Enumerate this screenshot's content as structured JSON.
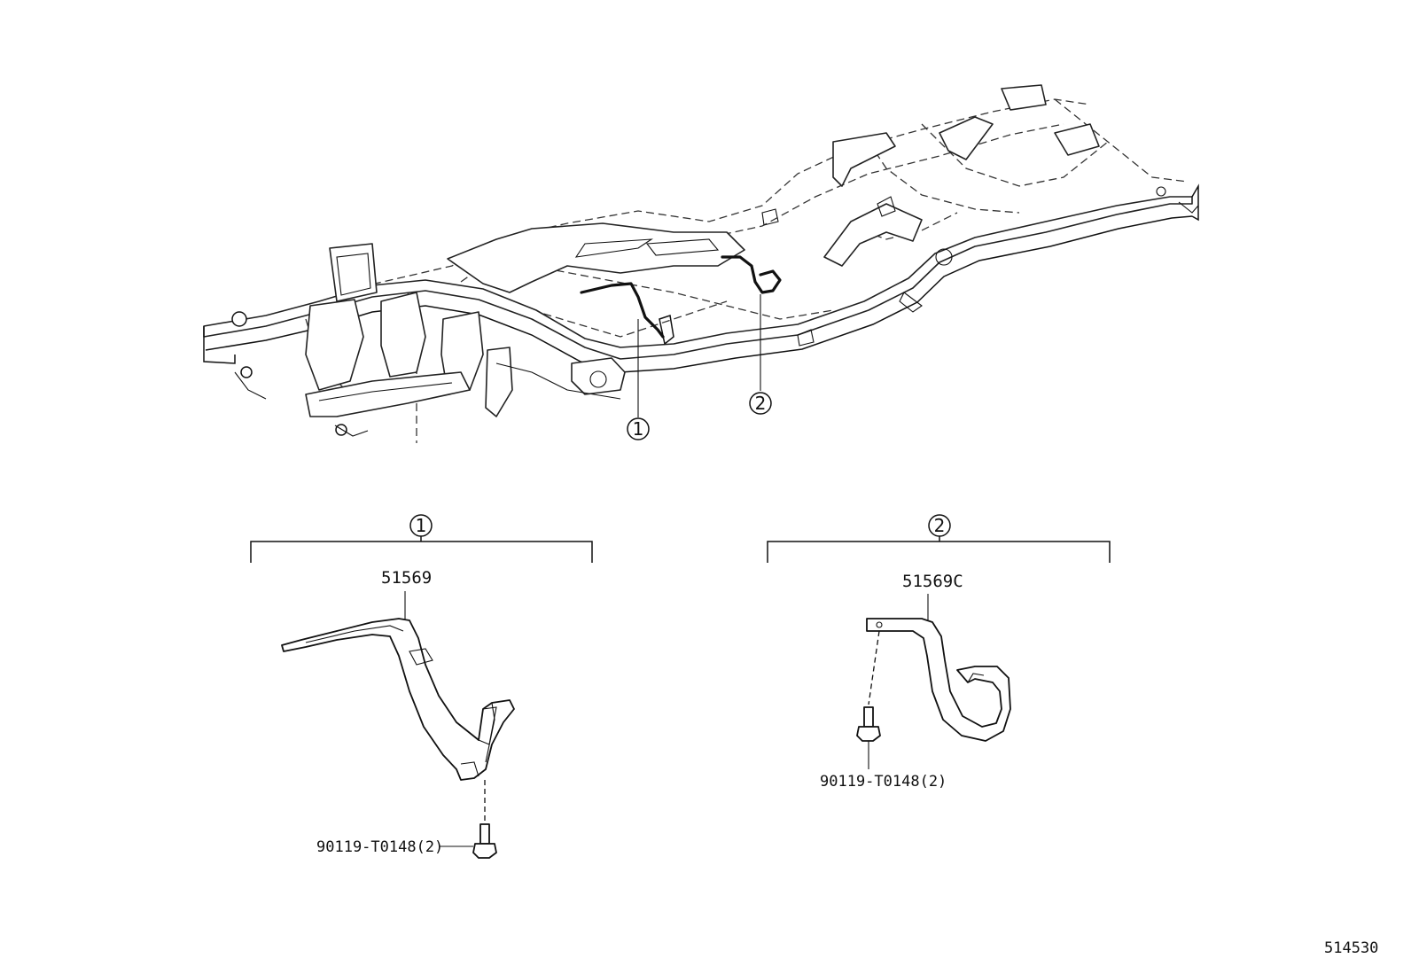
{
  "callouts": {
    "item1": "1",
    "item2": "2",
    "group1": "1",
    "group2": "2"
  },
  "parts": {
    "group1_bracket": "51569",
    "group1_bolt": "90119-T0148(2)",
    "group2_bracket": "51569C",
    "group2_bolt": "90119-T0148(2)"
  },
  "illustration_id": "514530",
  "icons": [
    "frame-assembly-icon",
    "bracket-51569-icon",
    "bracket-51569c-icon",
    "bolt-icon"
  ]
}
